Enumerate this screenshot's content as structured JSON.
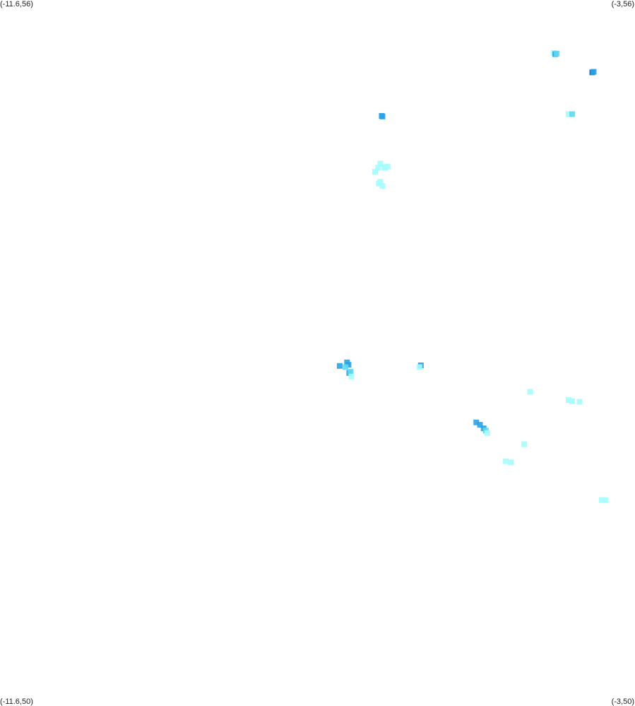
{
  "corners": {
    "top_left": "(-11.6,56)",
    "top_right": "(-3,56)",
    "bottom_left": "(-11.6,50)",
    "bottom_right": "(-3,50)"
  },
  "extent": {
    "lon_min": -11.6,
    "lon_max": -3,
    "lat_min": 50,
    "lat_max": 56
  },
  "colors": {
    "background": "#ffffff",
    "low": "#a6fcfc",
    "mid": "#5ed8f0",
    "high": "#2aa2e6",
    "max": "#1570c0"
  },
  "chart_data": {
    "type": "heatmap",
    "x_range": [
      -11.6,
      -3
    ],
    "y_range": [
      50,
      56
    ],
    "cells": [
      {
        "lon": -4.1,
        "lat": 55.55,
        "level": "low"
      },
      {
        "lon": -4.08,
        "lat": 55.54,
        "level": "high"
      },
      {
        "lon": -4.06,
        "lat": 55.545,
        "level": "mid"
      },
      {
        "lon": -3.58,
        "lat": 55.385,
        "level": "max"
      },
      {
        "lon": -3.56,
        "lat": 55.39,
        "level": "high"
      },
      {
        "lon": -3.9,
        "lat": 55.03,
        "level": "low"
      },
      {
        "lon": -3.85,
        "lat": 55.03,
        "level": "mid"
      },
      {
        "lon": -6.43,
        "lat": 55.015,
        "level": "high"
      },
      {
        "lon": -6.42,
        "lat": 55.01,
        "level": "high"
      },
      {
        "lon": -6.45,
        "lat": 54.61,
        "level": "low"
      },
      {
        "lon": -6.4,
        "lat": 54.58,
        "level": "low"
      },
      {
        "lon": -6.35,
        "lat": 54.585,
        "level": "low"
      },
      {
        "lon": -6.52,
        "lat": 54.54,
        "level": "low"
      },
      {
        "lon": -6.42,
        "lat": 54.42,
        "level": "low"
      },
      {
        "lon": -6.47,
        "lat": 54.44,
        "level": "low"
      },
      {
        "lon": -6.45,
        "lat": 54.455,
        "level": "low"
      },
      {
        "lon": -6.38,
        "lat": 54.575,
        "level": "low"
      },
      {
        "lon": -6.48,
        "lat": 54.575,
        "level": "low"
      },
      {
        "lon": -6.9,
        "lat": 52.92,
        "level": "high"
      },
      {
        "lon": -6.88,
        "lat": 52.9,
        "level": "high"
      },
      {
        "lon": -7.0,
        "lat": 52.89,
        "level": "high"
      },
      {
        "lon": -6.92,
        "lat": 52.88,
        "level": "mid"
      },
      {
        "lon": -6.87,
        "lat": 52.83,
        "level": "high"
      },
      {
        "lon": -6.85,
        "lat": 52.84,
        "level": "mid"
      },
      {
        "lon": -6.84,
        "lat": 52.8,
        "level": "low"
      },
      {
        "lon": -5.9,
        "lat": 52.895,
        "level": "high"
      },
      {
        "lon": -5.92,
        "lat": 52.88,
        "level": "low"
      },
      {
        "lon": -4.42,
        "lat": 52.67,
        "level": "low"
      },
      {
        "lon": -3.9,
        "lat": 52.6,
        "level": "low"
      },
      {
        "lon": -3.85,
        "lat": 52.59,
        "level": "low"
      },
      {
        "lon": -3.75,
        "lat": 52.585,
        "level": "low"
      },
      {
        "lon": -5.15,
        "lat": 52.41,
        "level": "high"
      },
      {
        "lon": -5.1,
        "lat": 52.39,
        "level": "high"
      },
      {
        "lon": -5.05,
        "lat": 52.36,
        "level": "high"
      },
      {
        "lon": -5.02,
        "lat": 52.34,
        "level": "mid"
      },
      {
        "lon": -5.0,
        "lat": 52.32,
        "level": "low"
      },
      {
        "lon": -4.5,
        "lat": 52.225,
        "level": "low"
      },
      {
        "lon": -4.75,
        "lat": 52.08,
        "level": "low"
      },
      {
        "lon": -4.68,
        "lat": 52.07,
        "level": "low"
      },
      {
        "lon": -3.45,
        "lat": 51.75,
        "level": "low"
      },
      {
        "lon": -3.4,
        "lat": 51.75,
        "level": "low"
      }
    ]
  }
}
